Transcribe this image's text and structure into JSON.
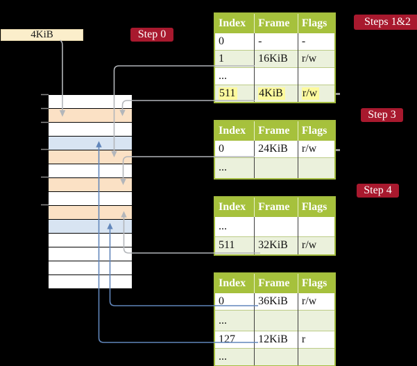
{
  "colors": {
    "background": "#000000",
    "badge_red": "#a8192e",
    "label_cream": "#fbeecb",
    "table_header_green": "#a6c13c",
    "table_border_green": "#a4bd3e",
    "table_row_green": "#ebf1dc",
    "highlight_yellow": "#fdfa9e",
    "frame_free": "#ffffff",
    "frame_page_table": "#fbe1c5",
    "frame_mapped_page": "#d8e4f2",
    "connector_gray": "#b3b6ba",
    "connector_blue": "#6186bb"
  },
  "root_pointer_label": "4KiB",
  "badges": {
    "step0": "Step 0",
    "steps12": "Steps 1&2",
    "step3": "Step 3",
    "step4": "Step 4"
  },
  "memory_column": {
    "rows": [
      "free",
      "page-table",
      "free",
      "mapped-page",
      "page-table",
      "free",
      "page-table",
      "free",
      "page-table",
      "mapped-page",
      "free",
      "free",
      "free",
      "free"
    ]
  },
  "tables": [
    {
      "headers": [
        "Index",
        "Frame",
        "Flags"
      ],
      "rows": [
        {
          "cells": [
            "0",
            "-",
            "-"
          ],
          "shaded": false,
          "highlighted": false
        },
        {
          "cells": [
            "1",
            "16KiB",
            "r/w"
          ],
          "shaded": true,
          "highlighted": false
        },
        {
          "cells": [
            "...",
            "",
            ""
          ],
          "shaded": false,
          "highlighted": false
        },
        {
          "cells": [
            "511",
            "4KiB",
            "r/w"
          ],
          "shaded": true,
          "highlighted": true
        }
      ]
    },
    {
      "headers": [
        "Index",
        "Frame",
        "Flags"
      ],
      "rows": [
        {
          "cells": [
            "0",
            "24KiB",
            "r/w"
          ],
          "shaded": false,
          "highlighted": false
        },
        {
          "cells": [
            "...",
            "",
            ""
          ],
          "shaded": true,
          "highlighted": false
        }
      ]
    },
    {
      "headers": [
        "Index",
        "Frame",
        "Flags"
      ],
      "rows": [
        {
          "cells": [
            "...",
            "",
            ""
          ],
          "shaded": false,
          "highlighted": false
        },
        {
          "cells": [
            "511",
            "32KiB",
            "r/w"
          ],
          "shaded": true,
          "highlighted": false
        }
      ]
    },
    {
      "headers": [
        "Index",
        "Frame",
        "Flags"
      ],
      "rows": [
        {
          "cells": [
            "0",
            "36KiB",
            "r/w"
          ],
          "shaded": false,
          "highlighted": false
        },
        {
          "cells": [
            "...",
            "",
            ""
          ],
          "shaded": true,
          "highlighted": false
        },
        {
          "cells": [
            "127",
            "12KiB",
            "r"
          ],
          "shaded": false,
          "highlighted": false
        },
        {
          "cells": [
            "...",
            "",
            ""
          ],
          "shaded": true,
          "highlighted": false
        }
      ]
    }
  ]
}
